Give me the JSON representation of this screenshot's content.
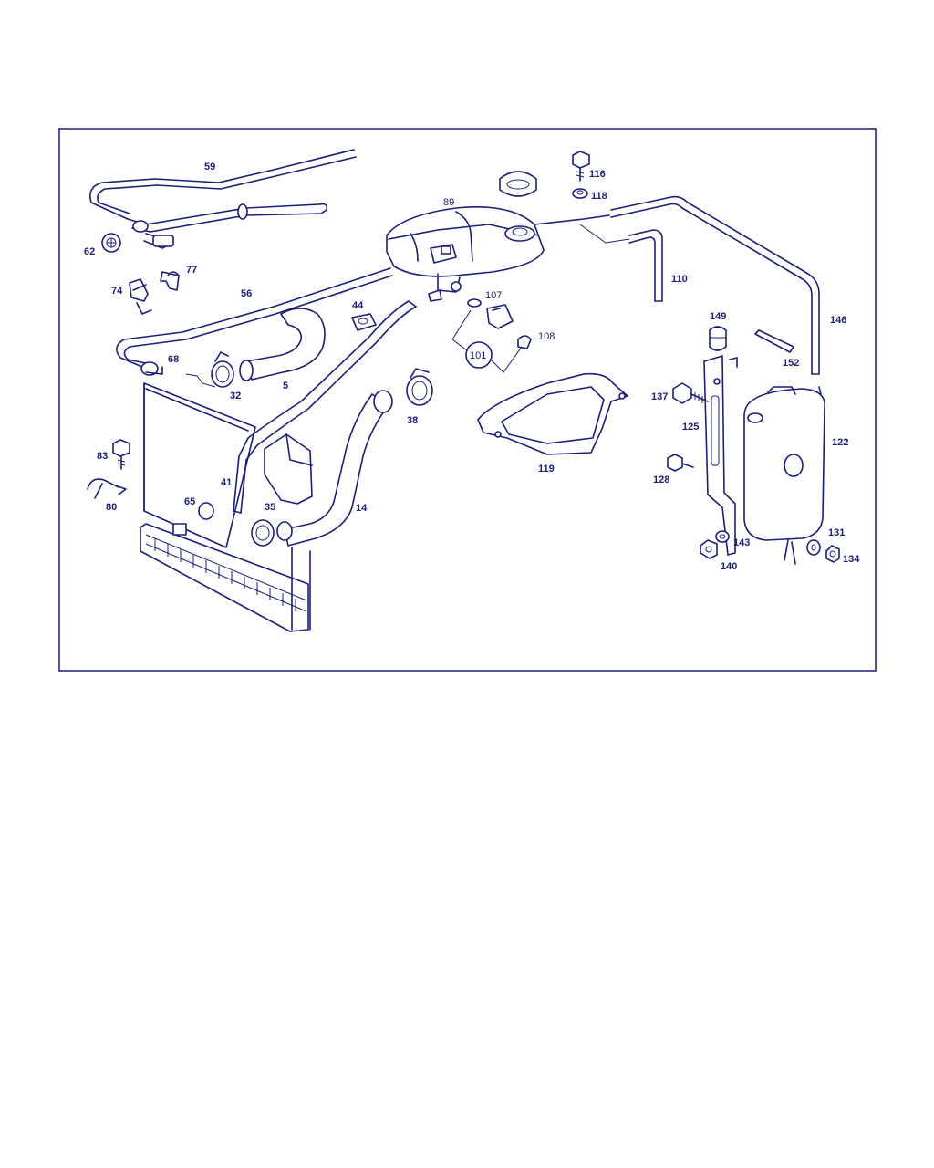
{
  "colors": {
    "line": "#1a1f7a",
    "frame": "#1a1f7a",
    "background": "#ffffff"
  },
  "callouts": {
    "p59": "59",
    "p62": "62",
    "p89": "89",
    "p116": "116",
    "p118": "118",
    "p77": "77",
    "p74": "74",
    "p56": "56",
    "p107": "107",
    "p110": "110",
    "p44": "44",
    "p146": "146",
    "p108": "108",
    "p101": "101",
    "p149": "149",
    "p68": "68",
    "p152": "152",
    "p5": "5",
    "p32": "32",
    "p38": "38",
    "p137": "137",
    "p125": "125",
    "p122": "122",
    "p119": "119",
    "p83": "83",
    "p128": "128",
    "p41": "41",
    "p80": "80",
    "p65": "65",
    "p35": "35",
    "p14": "14",
    "p131": "131",
    "p143": "143",
    "p134": "134",
    "p140": "140"
  }
}
